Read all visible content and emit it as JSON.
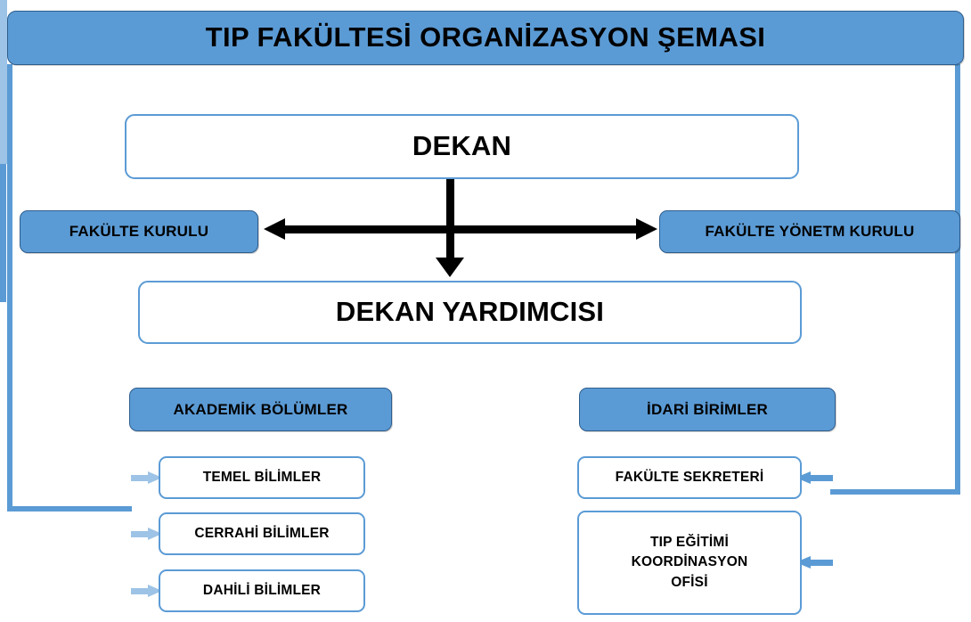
{
  "chart": {
    "title": "TIP FAKÜLTESİ ORGANİZASYON ŞEMASI",
    "colors": {
      "brand_blue": "#5B9BD5",
      "light_blue": "#9DC3E6",
      "border_dark": "#2E5E8E",
      "arrow_black": "#000000",
      "box_fill_white": "#FFFFFF"
    }
  },
  "nodes": {
    "dean": "DEKAN",
    "vice_dean": "DEKAN YARDIMCISI",
    "faculty_board": "FAKÜLTE KURULU",
    "faculty_exec_board": "FAKÜLTE YÖNETM KURULU",
    "academic_departments": "AKADEMİK BÖLÜMLER",
    "administrative_units": "İDARİ BİRİMLER"
  },
  "academic_children": [
    {
      "label": "TEMEL BİLİMLER"
    },
    {
      "label": "CERRAHİ BİLİMLER"
    },
    {
      "label": "DAHİLİ BİLİMLER"
    }
  ],
  "administrative_children": [
    {
      "label": "FAKÜLTE SEKRETERİ"
    },
    {
      "label": "TIP EĞİTİMİ KOORDİNASYON OFİSİ",
      "lines": [
        "TIP EĞİTİMİ",
        "KOORDİNASYON",
        "OFİSİ"
      ]
    }
  ]
}
